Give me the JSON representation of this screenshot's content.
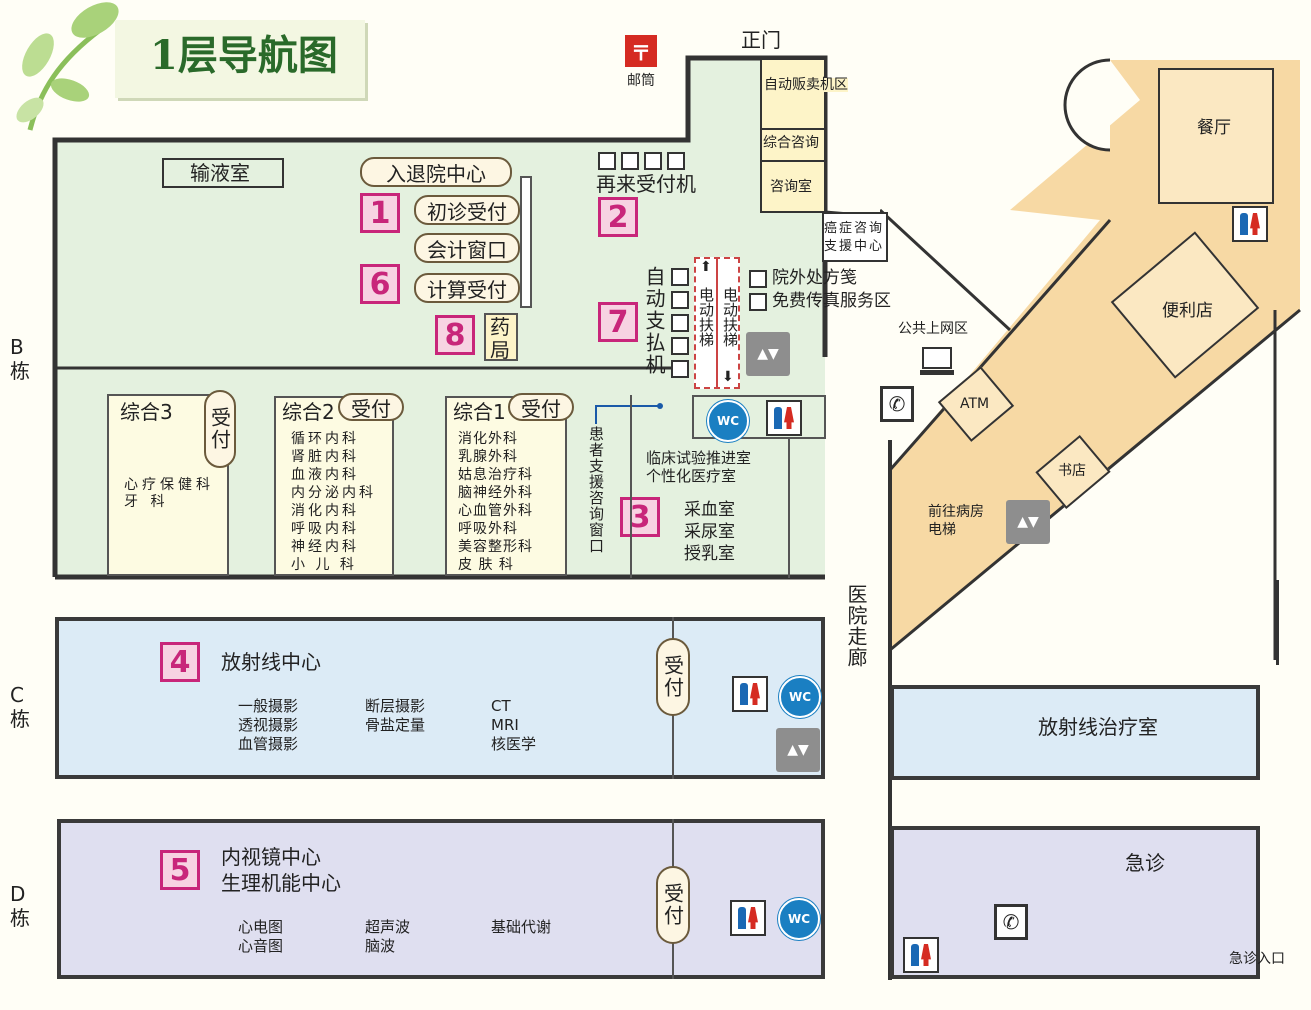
{
  "title": "1层导航图",
  "buildings": {
    "b": "B\n栋",
    "c": "C\n栋",
    "d": "D\n栋"
  },
  "top": {
    "main_gate": "正门",
    "postbox": "邮筒",
    "vending": "自动贩卖机区",
    "general_consult": "综合咨询",
    "consult_room": "咨询室",
    "cancer_support": "癌症咨询\n支援中心"
  },
  "b_building": {
    "infusion": "输液室",
    "admission": "入退院中心",
    "first_visit": "初诊受付",
    "cashier": "会计窗口",
    "billing": "计算受付",
    "pharmacy": "药\n局",
    "revisit": "再来受付机",
    "auto_pay": "自动支払机",
    "escalator_up": "电动扶梯",
    "escalator_down": "电动扶梯",
    "outside_rx": "院外处方笺",
    "free_fax": "免费传真服务区",
    "patient_support": "患者支援咨询窗口",
    "clinical_trial": "临床试验推进室",
    "personalized": "个性化医疗室",
    "blood": "采血室",
    "urine": "采尿室",
    "nursing": "授乳室",
    "reception": "受付",
    "general3": {
      "title": "综合3",
      "depts": [
        "心疗保健科",
        "牙 科"
      ]
    },
    "general2": {
      "title": "综合2",
      "depts": [
        "循环内科",
        "肾脏内科",
        "血液内科",
        "内分泌内科",
        "消化内科",
        "呼吸内科",
        "神经内科",
        "小  儿  科"
      ]
    },
    "general1": {
      "title": "综合1",
      "depts": [
        "消化外科",
        "乳腺外科",
        "姑息治疗科",
        "脑神经外科",
        "心血管外科",
        "呼吸外科",
        "美容整形科",
        "皮  肤  科"
      ]
    }
  },
  "numbers": [
    "1",
    "2",
    "3",
    "4",
    "5",
    "6",
    "7",
    "8"
  ],
  "c_building": {
    "title": "放射线中心",
    "col1": [
      "一般摄影",
      "透视摄影",
      "血管摄影"
    ],
    "col2": [
      "断层摄影",
      "骨盐定量"
    ],
    "col3": [
      "CT",
      "MRI",
      "核医学"
    ],
    "reception": "受付",
    "radiotherapy": "放射线治疗室"
  },
  "d_building": {
    "title1": "内视镜中心",
    "title2": "生理机能中心",
    "col1": [
      "心电图",
      "心音图"
    ],
    "col2": [
      "超声波",
      "脑波"
    ],
    "col3": [
      "基础代谢"
    ],
    "reception": "受付",
    "emergency": "急诊",
    "emergency_entrance": "急诊入口"
  },
  "corridor": "医院走廊",
  "east": {
    "restaurant": "餐厅",
    "store": "便利店",
    "internet": "公共上网区",
    "atm": "ATM",
    "bookstore": "书店",
    "ward_elevator": "前往病房\n电梯"
  },
  "icon_text": {
    "wc": "WC"
  },
  "colors": {
    "accent_pink": "#c8267a",
    "b_floor": "#e4f1df",
    "c_floor": "#dcebf6",
    "d_floor": "#dfdff0",
    "east_floor": "#f7d9a4"
  }
}
